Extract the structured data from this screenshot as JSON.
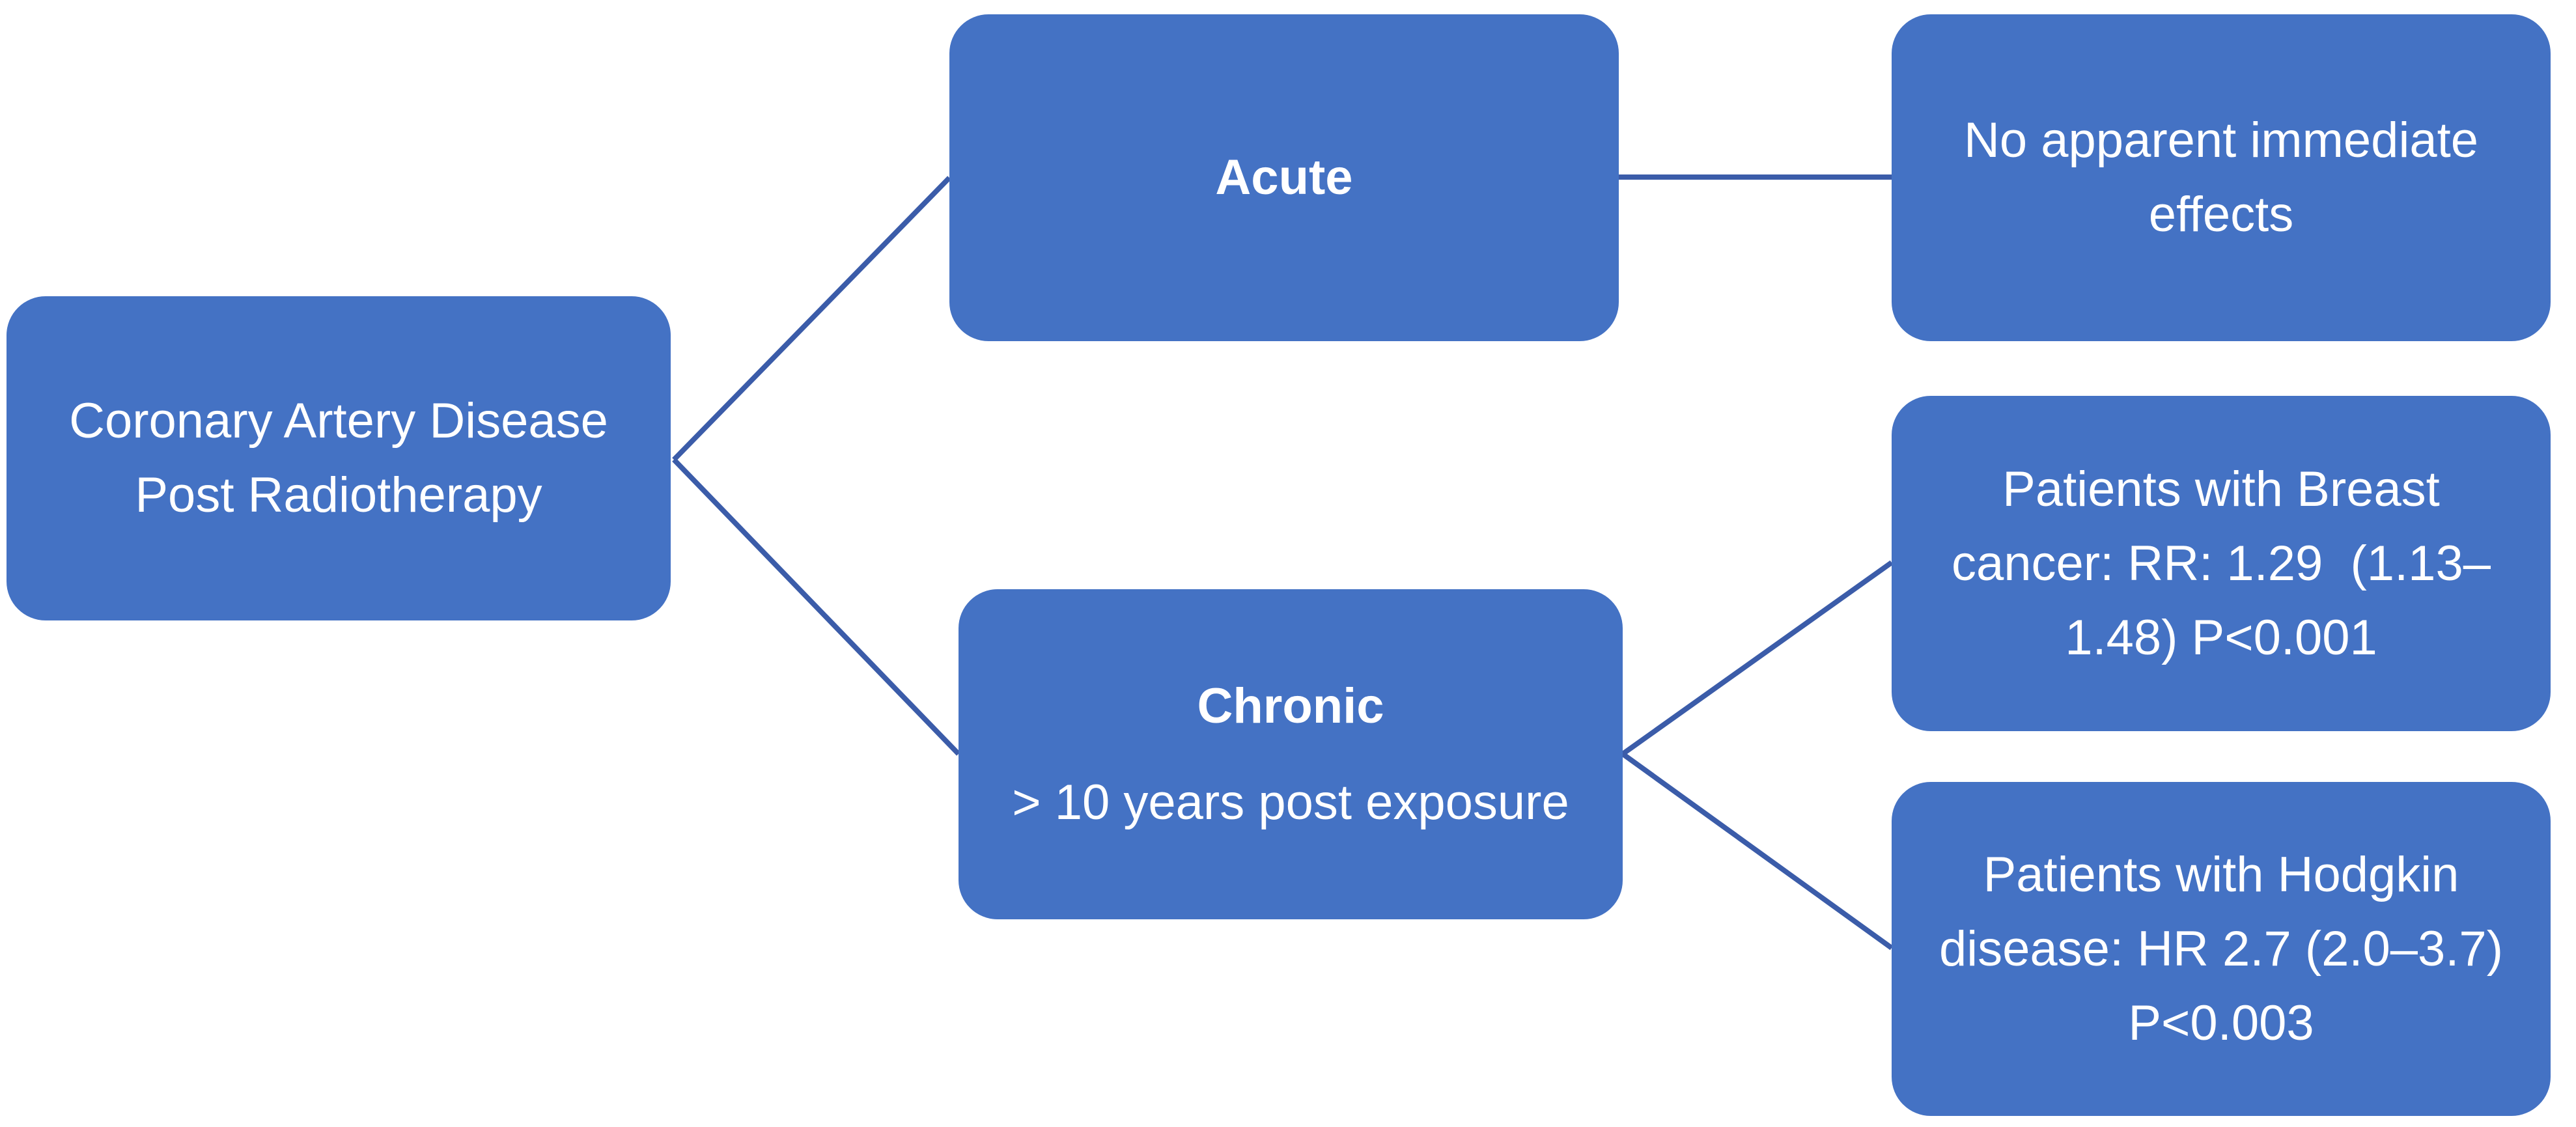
{
  "diagram": {
    "colors": {
      "box_fill": "#4472C4",
      "connector": "#3B5CA9",
      "text": "#FFFFFF",
      "background": "#FFFFFF"
    },
    "nodes": {
      "root": {
        "text": "Coronary Artery Disease\nPost Radiotherapy"
      },
      "acute": {
        "label": "Acute"
      },
      "acute_outcome": {
        "text": "No apparent immediate\neffects"
      },
      "chronic": {
        "label": "Chronic",
        "subtext": "> 10 years post exposure"
      },
      "breast_outcome": {
        "text": "Patients with Breast\ncancer: RR: 1.29  (1.13–\n1.48) P<0.001"
      },
      "hodgkin_outcome": {
        "text": "Patients with Hodgkin\ndisease: HR 2.7 (2.0–3.7)\nP<0.003"
      }
    }
  }
}
